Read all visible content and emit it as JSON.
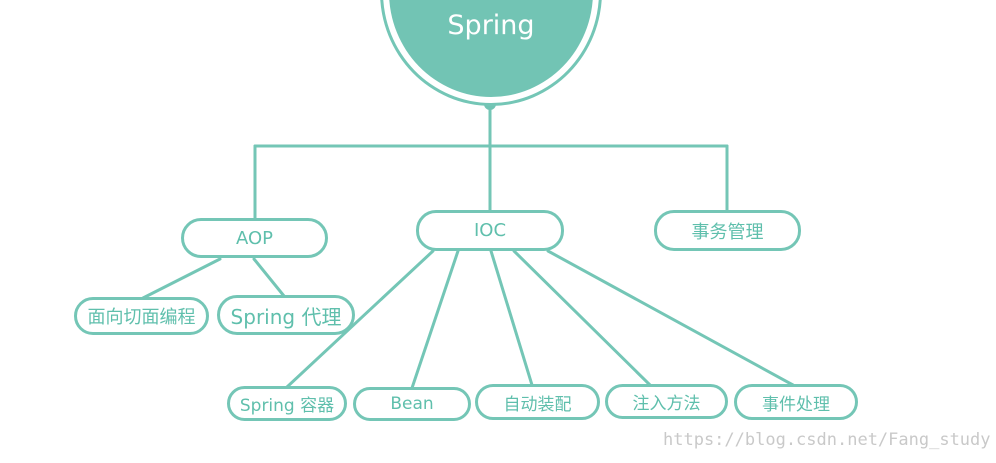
{
  "root": {
    "label": "Spring"
  },
  "branches": {
    "aop": "AOP",
    "ioc": "IOC",
    "tx": "事务管理"
  },
  "aop_children": {
    "aspect": "面向切面编程",
    "proxy": "Spring 代理"
  },
  "ioc_children": {
    "container": "Spring 容器",
    "bean": "Bean",
    "autowire": "自动装配",
    "inject": "注入方法",
    "event": "事件处理"
  },
  "watermark": "https://blog.csdn.net/Fang_study",
  "colors": {
    "accent": "#72c4b4",
    "stroke": "#74c6b6",
    "text": "#5fbfac"
  }
}
